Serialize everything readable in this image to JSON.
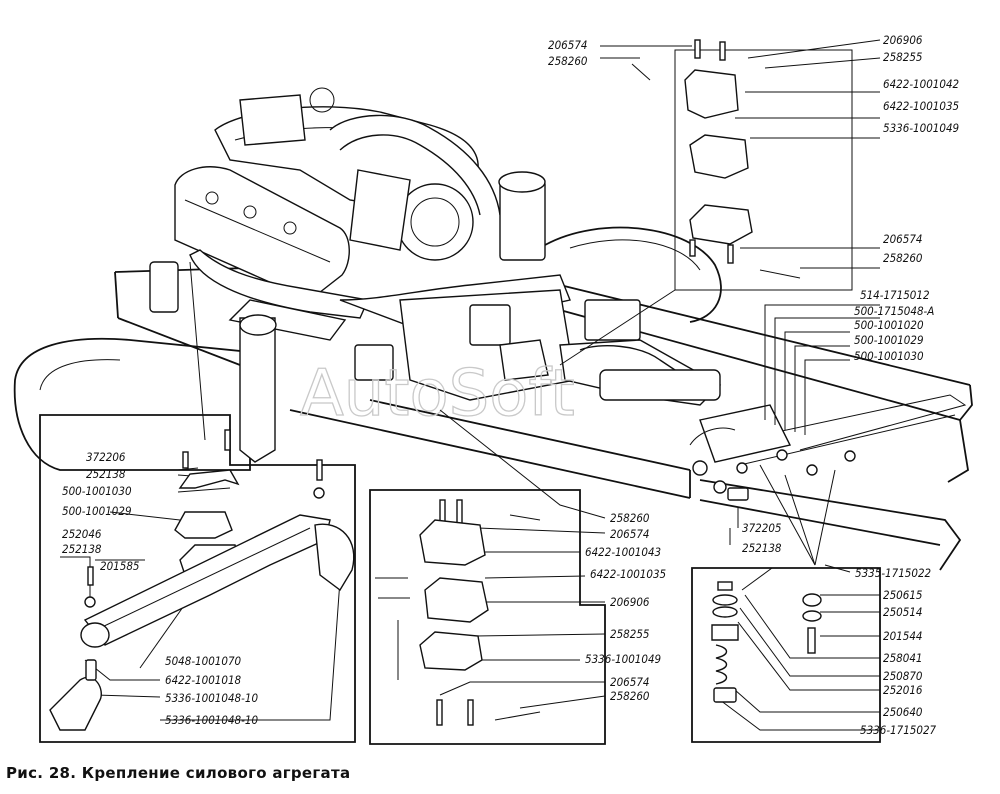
{
  "caption": "Рис. 28. Крепление силового агрегата",
  "watermark": "AutoSoft",
  "labels": {
    "rear": [
      "206574",
      "258260",
      "206906",
      "258255",
      "6422-1001042",
      "6422-1001035",
      "5336-1001049",
      "206574",
      "258260"
    ],
    "frame": [
      "514-1715012",
      "500-1715048-А",
      "500-1001020",
      "500-1001029",
      "500-1001030"
    ],
    "front": [
      "372206",
      "252138",
      "500-1001030",
      "500-1001029",
      "252046",
      "252138",
      "201585",
      "5048-1001070",
      "6422-1001018",
      "5336-1001048-10",
      "5336-1001048-10"
    ],
    "middle": [
      "258260",
      "206574",
      "6422-1001043",
      "6422-1001035",
      "206906",
      "258255",
      "5336-1001049",
      "206574",
      "258260"
    ],
    "bolt": [
      "372205",
      "252138",
      "5335-1715022"
    ],
    "spring": [
      "250615",
      "250514",
      "201544",
      "258041",
      "250870",
      "252016",
      "250640",
      "5336-1715027"
    ]
  }
}
